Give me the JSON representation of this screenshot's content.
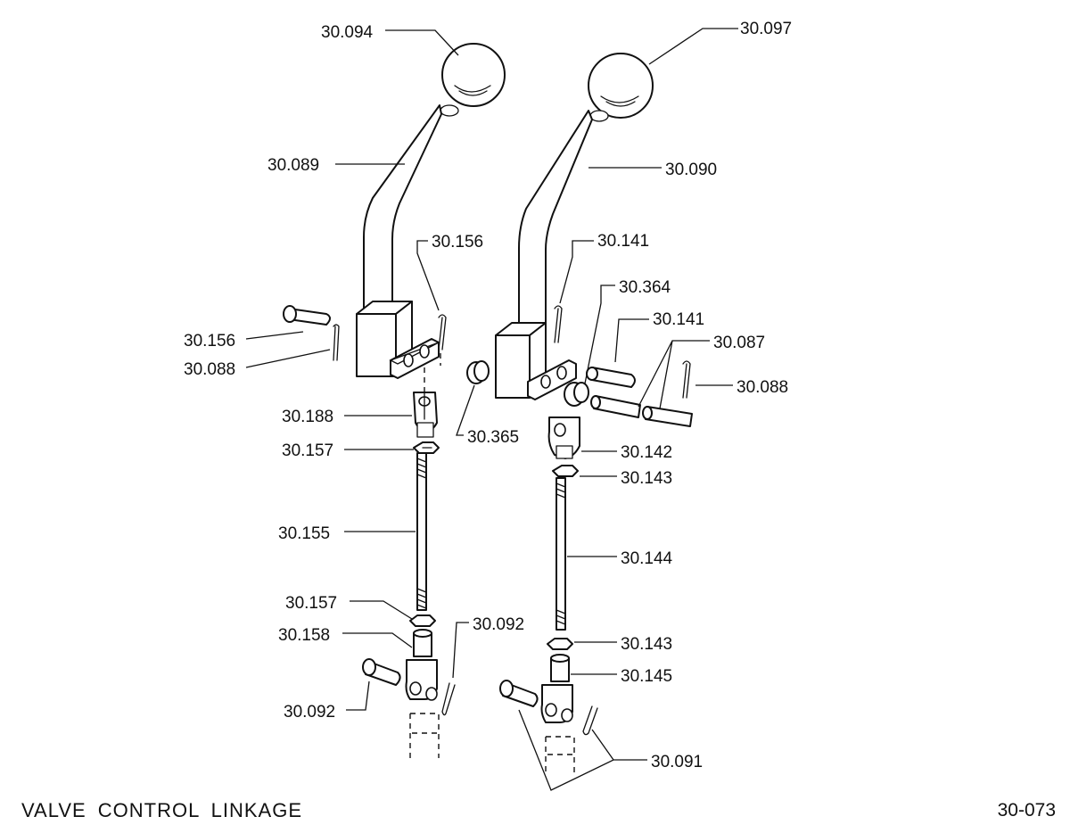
{
  "caption": "VALVE CONTROL LINKAGE",
  "page_number": "30-073",
  "labels": {
    "l_094": "30.094",
    "l_097": "30.097",
    "l_089": "30.089",
    "l_090": "30.090",
    "l_156a": "30.156",
    "l_141a": "30.141",
    "l_364": "30.364",
    "l_156b": "30.156",
    "l_141b": "30.141",
    "l_087": "30.087",
    "l_088a": "30.088",
    "l_088b": "30.088",
    "l_188": "30.188",
    "l_365": "30.365",
    "l_142": "30.142",
    "l_157a": "30.157",
    "l_143a": "30.143",
    "l_155": "30.155",
    "l_144": "30.144",
    "l_157b": "30.157",
    "l_092a": "30.092",
    "l_158": "30.158",
    "l_143b": "30.143",
    "l_145": "30.145",
    "l_092b": "30.092",
    "l_091": "30.091"
  }
}
